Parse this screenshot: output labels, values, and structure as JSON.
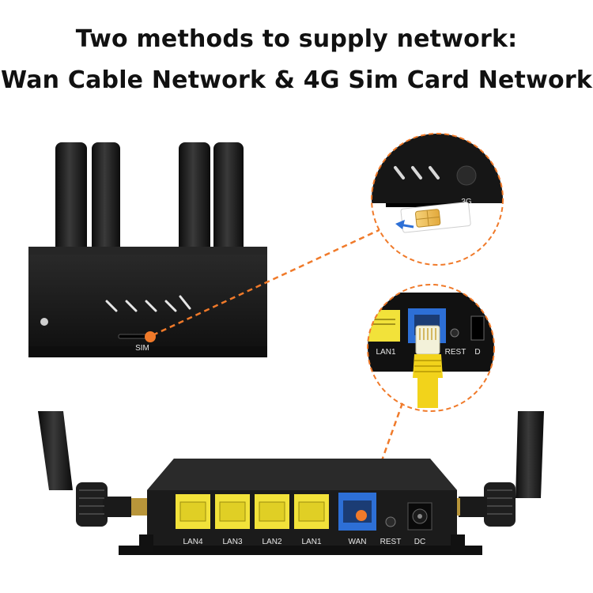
{
  "headline": {
    "line1": "Two methods to supply network:",
    "line2": "Wan Cable Network & 4G Sim Card Network"
  },
  "top_router": {
    "sim_label": "SIM"
  },
  "sim_callout": {
    "label_3g": "3G"
  },
  "port_callout": {
    "lan1": "LAN1",
    "rest": "REST",
    "d": "D"
  },
  "bottom_router": {
    "ports": [
      "LAN4",
      "LAN3",
      "LAN2",
      "LAN1"
    ],
    "wan": "WAN",
    "rest": "REST",
    "dc": "DC"
  },
  "colors": {
    "accent_orange": "#f07a2a",
    "lan_yellow": "#f2e23a",
    "wan_blue": "#2d6fd6",
    "body_black": "#1b1b1b"
  }
}
